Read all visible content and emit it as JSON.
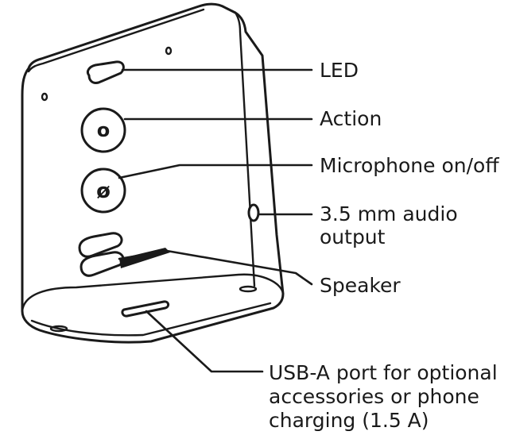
{
  "labels": {
    "led": "LED",
    "action": "Action",
    "microphone": "Microphone on/off",
    "audio_line1": "3.5 mm audio",
    "audio_line2": "output",
    "speaker": "Speaker",
    "usb_line1": "USB-A port for optional",
    "usb_line2": "accessories or phone",
    "usb_line3": "charging (1.5 A)"
  },
  "button_glyphs": {
    "action": "o",
    "microphone": "ø"
  }
}
